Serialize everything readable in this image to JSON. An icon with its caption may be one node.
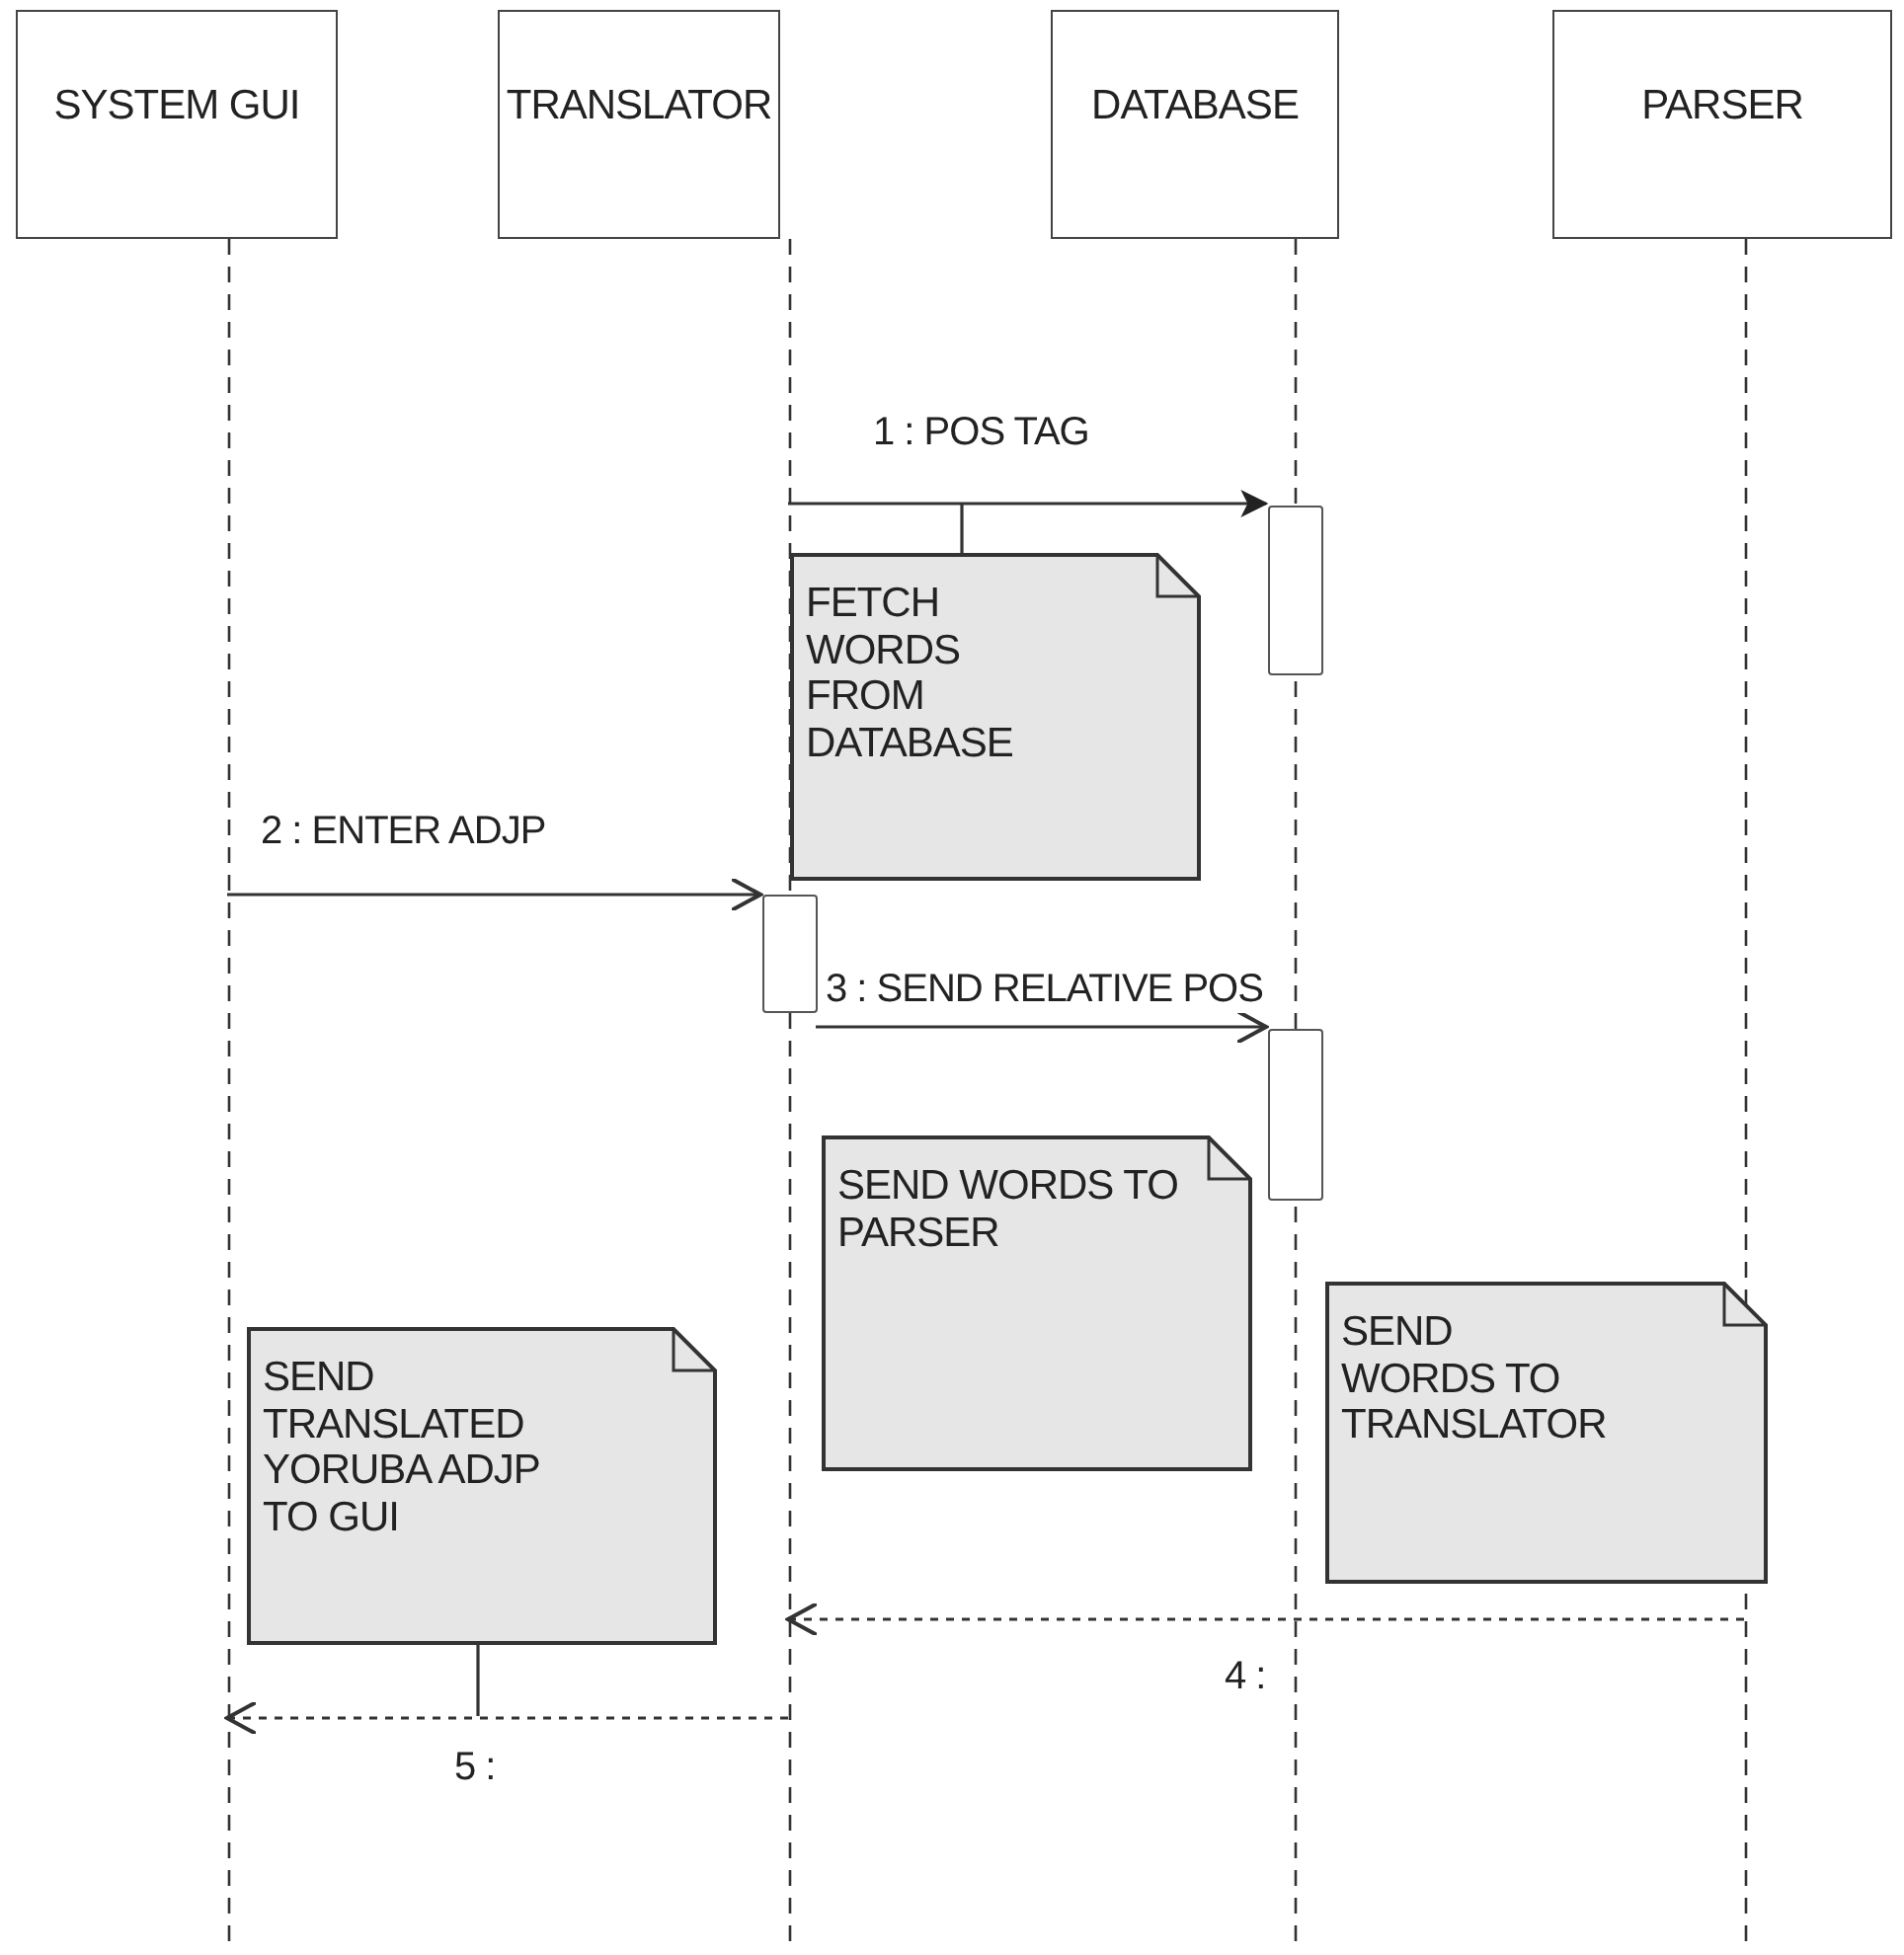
{
  "diagram": {
    "nodes": [
      {
        "text": [
          "SYSTEM GUI"
        ]
      },
      {
        "text": [
          "TRANSLATOR"
        ]
      },
      {
        "text": [
          "DATABASE"
        ]
      },
      {
        "text": [
          "PARSER"
        ]
      },
      {
        "text": [],
        "shape": "bar",
        "in": 2
      },
      {
        "text": [],
        "shape": "bar",
        "in": 1
      },
      {
        "text": [],
        "shape": "bar",
        "in": 2
      },
      {
        "text": [
          "FETCH WORDS FROM DATABASE"
        ]
      },
      {
        "text": [
          "SEND WORDS TO PARSER"
        ]
      },
      {
        "text": [
          "SEND WORDS TO TRANSLATOR"
        ]
      },
      {
        "text": [
          "SEND TRANSLATED YORUBA ADJP TO GUI"
        ]
      }
    ],
    "edges": [
      {
        "from": 1,
        "to": 4,
        "arrow": "to",
        "label": "1 : POS TAG"
      },
      {
        "from": 0,
        "to": 5,
        "arrow": "to",
        "label": "2 : ENTER ADJP"
      },
      {
        "from": 5,
        "to": 6,
        "arrow": "to",
        "label": "3 : SEND RELATIVE POS"
      },
      {
        "from": 3,
        "to": 1,
        "arrow": "to",
        "label": "4 :",
        "style": "dashed"
      },
      {
        "from": 1,
        "to": 0,
        "arrow": "to",
        "label": "5 :",
        "style": "dashed"
      },
      {
        "from": 7,
        "to": null,
        "arrow": "none"
      },
      {
        "from": 10,
        "to": 1,
        "arrow": "none"
      }
    ]
  }
}
